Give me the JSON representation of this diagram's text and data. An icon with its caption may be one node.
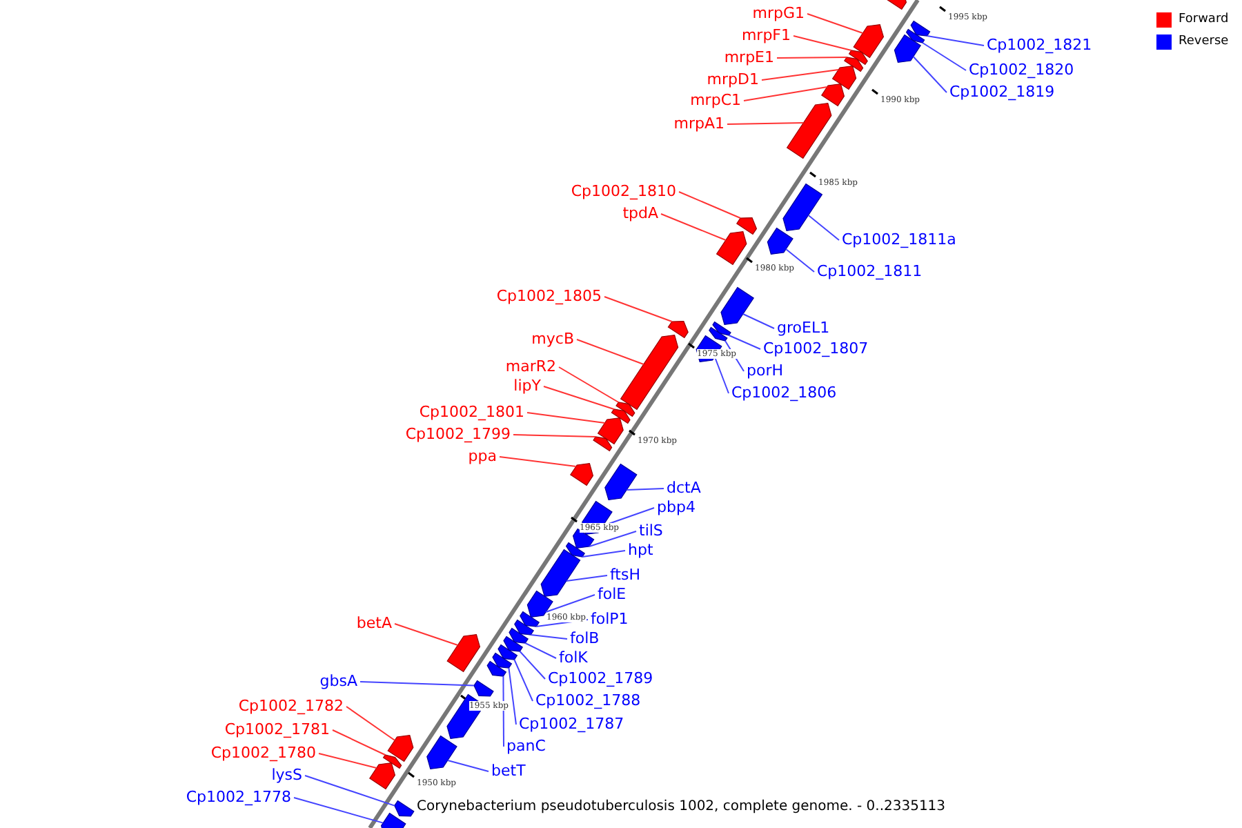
{
  "diagram": {
    "caption": "Corynebacterium pseudotuberculosis 1002, complete genome. - 0..2335113",
    "nodes": [
      {
        "text": [
          "mrpG1"
        ]
      },
      {
        "text": [
          "mrpF1"
        ]
      },
      {
        "text": [
          "Cp1002_1821"
        ]
      },
      {
        "text": [
          "mrpE1"
        ]
      },
      {
        "text": [
          "Cp1002_1820"
        ]
      },
      {
        "text": [
          "mrpD1"
        ]
      },
      {
        "text": [
          "Cp1002_1819"
        ]
      },
      {
        "text": [
          "mrpC1"
        ]
      },
      {
        "text": [
          "mrpA1"
        ]
      },
      {
        "text": [
          "Cp1002_1810"
        ]
      },
      {
        "text": [
          "tpdA"
        ]
      },
      {
        "text": [
          "Cp1002_1811a"
        ]
      },
      {
        "text": [
          "Cp1002_1811"
        ]
      },
      {
        "text": [
          "Cp1002_1805"
        ]
      },
      {
        "text": [
          "groEL1"
        ]
      },
      {
        "text": [
          "mycB"
        ]
      },
      {
        "text": [
          "Cp1002_1807"
        ]
      },
      {
        "text": [
          "marR2"
        ]
      },
      {
        "text": [
          "porH"
        ]
      },
      {
        "text": [
          "lipY"
        ]
      },
      {
        "text": [
          "Cp1002_1806"
        ]
      },
      {
        "text": [
          "Cp1002_1801"
        ]
      },
      {
        "text": [
          "Cp1002_1799"
        ]
      },
      {
        "text": [
          "ppa"
        ]
      },
      {
        "text": [
          "dctA"
        ]
      },
      {
        "text": [
          "pbp4"
        ]
      },
      {
        "text": [
          "tilS"
        ]
      },
      {
        "text": [
          "hpt"
        ]
      },
      {
        "text": [
          "ftsH"
        ]
      },
      {
        "text": [
          "folE"
        ]
      },
      {
        "text": [
          "folP1"
        ]
      },
      {
        "text": [
          "betA"
        ]
      },
      {
        "text": [
          "folB"
        ]
      },
      {
        "text": [
          "folK"
        ]
      },
      {
        "text": [
          "Cp1002_1789"
        ]
      },
      {
        "text": [
          "gbsA"
        ]
      },
      {
        "text": [
          "Cp1002_1788"
        ]
      },
      {
        "text": [
          "Cp1002_1782"
        ]
      },
      {
        "text": [
          "Cp1002_1787"
        ]
      },
      {
        "text": [
          "Cp1002_1781"
        ]
      },
      {
        "text": [
          "panC"
        ]
      },
      {
        "text": [
          "Cp1002_1780"
        ]
      },
      {
        "text": [
          "betT"
        ]
      },
      {
        "text": [
          "lysS"
        ]
      },
      {
        "text": [
          "Cp1002_1778"
        ]
      },
      {
        "text": [],
        "shape": "bar"
      },
      {
        "text": [],
        "shape": "bar"
      },
      {
        "text": [],
        "shape": "bar"
      },
      {
        "text": [],
        "shape": "bar"
      },
      {
        "text": [],
        "shape": "bar"
      },
      {
        "text": [],
        "shape": "bar"
      },
      {
        "text": [],
        "shape": "bar"
      },
      {
        "text": [],
        "shape": "bar"
      },
      {
        "text": [],
        "shape": "bar"
      },
      {
        "text": [],
        "shape": "bar"
      },
      {
        "text": [],
        "shape": "bar"
      },
      {
        "text": [],
        "shape": "bar"
      },
      {
        "text": [],
        "shape": "bar"
      },
      {
        "text": [],
        "shape": "bar"
      },
      {
        "text": [],
        "shape": "bar"
      },
      {
        "text": [],
        "shape": "bar"
      },
      {
        "text": [],
        "shape": "bar"
      },
      {
        "text": [],
        "shape": "bar"
      },
      {
        "text": [],
        "shape": "bar"
      },
      {
        "text": [],
        "shape": "bar"
      },
      {
        "text": [],
        "shape": "bar"
      },
      {
        "text": [],
        "shape": "bar"
      },
      {
        "text": [],
        "shape": "bar"
      },
      {
        "text": [],
        "shape": "bar"
      },
      {
        "text": [],
        "shape": "bar"
      },
      {
        "text": [],
        "shape": "bar"
      },
      {
        "text": [],
        "shape": "bar"
      },
      {
        "text": [],
        "shape": "bar"
      },
      {
        "text": [],
        "shape": "bar"
      },
      {
        "text": [],
        "shape": "bar"
      },
      {
        "text": [],
        "shape": "bar"
      },
      {
        "text": [],
        "shape": "bar"
      },
      {
        "text": [],
        "shape": "bar"
      },
      {
        "text": [],
        "shape": "bar"
      },
      {
        "text": [],
        "shape": "bar"
      },
      {
        "text": [],
        "shape": "bar"
      },
      {
        "text": [],
        "shape": "bar"
      },
      {
        "text": [],
        "shape": "bar"
      },
      {
        "text": [],
        "shape": "bar"
      },
      {
        "text": [],
        "shape": "bar"
      },
      {
        "text": [],
        "shape": "bar"
      },
      {
        "text": [],
        "shape": "bar"
      },
      {
        "text": [],
        "shape": "bar"
      },
      {
        "text": [],
        "shape": "bar"
      },
      {
        "text": [],
        "shape": "bar"
      },
      {
        "text": [],
        "shape": "bar"
      },
      {
        "text": [],
        "shape": "bar"
      }
    ],
    "edges": [
      {
        "from": 0,
        "to": 49,
        "arrow": "none",
        "color": "#ff3333"
      },
      {
        "from": 1,
        "to": 50,
        "arrow": "none",
        "color": "#ff3333"
      },
      {
        "from": 2,
        "to": 46,
        "arrow": "none"
      },
      {
        "from": 3,
        "to": 51,
        "arrow": "none",
        "color": "#ff3333"
      },
      {
        "from": 4,
        "to": 47,
        "arrow": "none"
      },
      {
        "from": 5,
        "to": 52,
        "arrow": "none",
        "color": "#ff3333"
      },
      {
        "from": 6,
        "to": 48,
        "arrow": "none"
      },
      {
        "from": 7,
        "to": 53,
        "arrow": "none",
        "color": "#ff3333"
      },
      {
        "from": 8,
        "to": 54,
        "arrow": "none",
        "color": "#ff3333"
      },
      {
        "from": 9,
        "to": 57,
        "arrow": "none",
        "color": "#ff3333"
      },
      {
        "from": 10,
        "to": 58,
        "arrow": "none",
        "color": "#ff3333"
      },
      {
        "from": 11,
        "to": 55,
        "arrow": "none"
      },
      {
        "from": 12,
        "to": 56,
        "arrow": "none"
      },
      {
        "from": 13,
        "to": 62,
        "arrow": "none",
        "color": "#ff3333"
      },
      {
        "from": 14,
        "to": 59,
        "arrow": "none"
      },
      {
        "from": 15,
        "to": 64,
        "arrow": "none",
        "color": "#ff3333"
      },
      {
        "from": 16,
        "to": 60,
        "arrow": "none"
      },
      {
        "from": 17,
        "to": 65,
        "arrow": "none",
        "color": "#ff3333"
      },
      {
        "from": 18,
        "to": 61,
        "arrow": "none"
      },
      {
        "from": 19,
        "to": 66,
        "arrow": "none",
        "color": "#ff3333"
      },
      {
        "from": 20,
        "to": 63,
        "arrow": "none"
      },
      {
        "from": 21,
        "to": 67,
        "arrow": "none",
        "color": "#ff3333"
      },
      {
        "from": 22,
        "to": 68,
        "arrow": "none",
        "color": "#ff3333"
      },
      {
        "from": 23,
        "to": 70,
        "arrow": "none",
        "color": "#ff3333"
      },
      {
        "from": 24,
        "to": 69,
        "arrow": "none"
      },
      {
        "from": 25,
        "to": 71,
        "arrow": "none"
      },
      {
        "from": 26,
        "to": 72,
        "arrow": "none"
      },
      {
        "from": 27,
        "to": 73,
        "arrow": "none"
      },
      {
        "from": 28,
        "to": 74,
        "arrow": "none"
      },
      {
        "from": 29,
        "to": 75,
        "arrow": "none"
      },
      {
        "from": 30,
        "to": 76,
        "arrow": "none"
      },
      {
        "from": 31,
        "to": 81,
        "arrow": "none",
        "color": "#ff3333"
      },
      {
        "from": 32,
        "to": 77,
        "arrow": "none"
      },
      {
        "from": 33,
        "to": 78,
        "arrow": "none"
      },
      {
        "from": 34,
        "to": 79,
        "arrow": "none"
      },
      {
        "from": 35,
        "to": 84,
        "arrow": "none"
      },
      {
        "from": 36,
        "to": 80,
        "arrow": "none"
      },
      {
        "from": 37,
        "to": 87,
        "arrow": "none",
        "color": "#ff3333"
      },
      {
        "from": 38,
        "to": 82,
        "arrow": "none"
      },
      {
        "from": 39,
        "to": 88,
        "arrow": "none",
        "color": "#ff3333"
      },
      {
        "from": 40,
        "to": 83,
        "arrow": "none"
      },
      {
        "from": 41,
        "to": 89,
        "arrow": "none",
        "color": "#ff3333"
      },
      {
        "from": 42,
        "to": 86,
        "arrow": "none"
      },
      {
        "from": 43,
        "to": 90,
        "arrow": "none"
      },
      {
        "from": 44,
        "to": 91,
        "arrow": "none"
      }
    ],
    "labels": [
      "1995 kbp",
      "1990 kbp",
      "1985 kbp",
      "1980 kbp",
      "1975 kbp",
      "1970 kbp",
      "1965 kbp",
      "1960 kbp",
      "1955 kbp",
      "1950 kbp"
    ],
    "legend": [
      {
        "text": "Forward",
        "color": "#ff0000"
      },
      {
        "text": "Reverse",
        "color": "#0000ff"
      }
    ]
  }
}
